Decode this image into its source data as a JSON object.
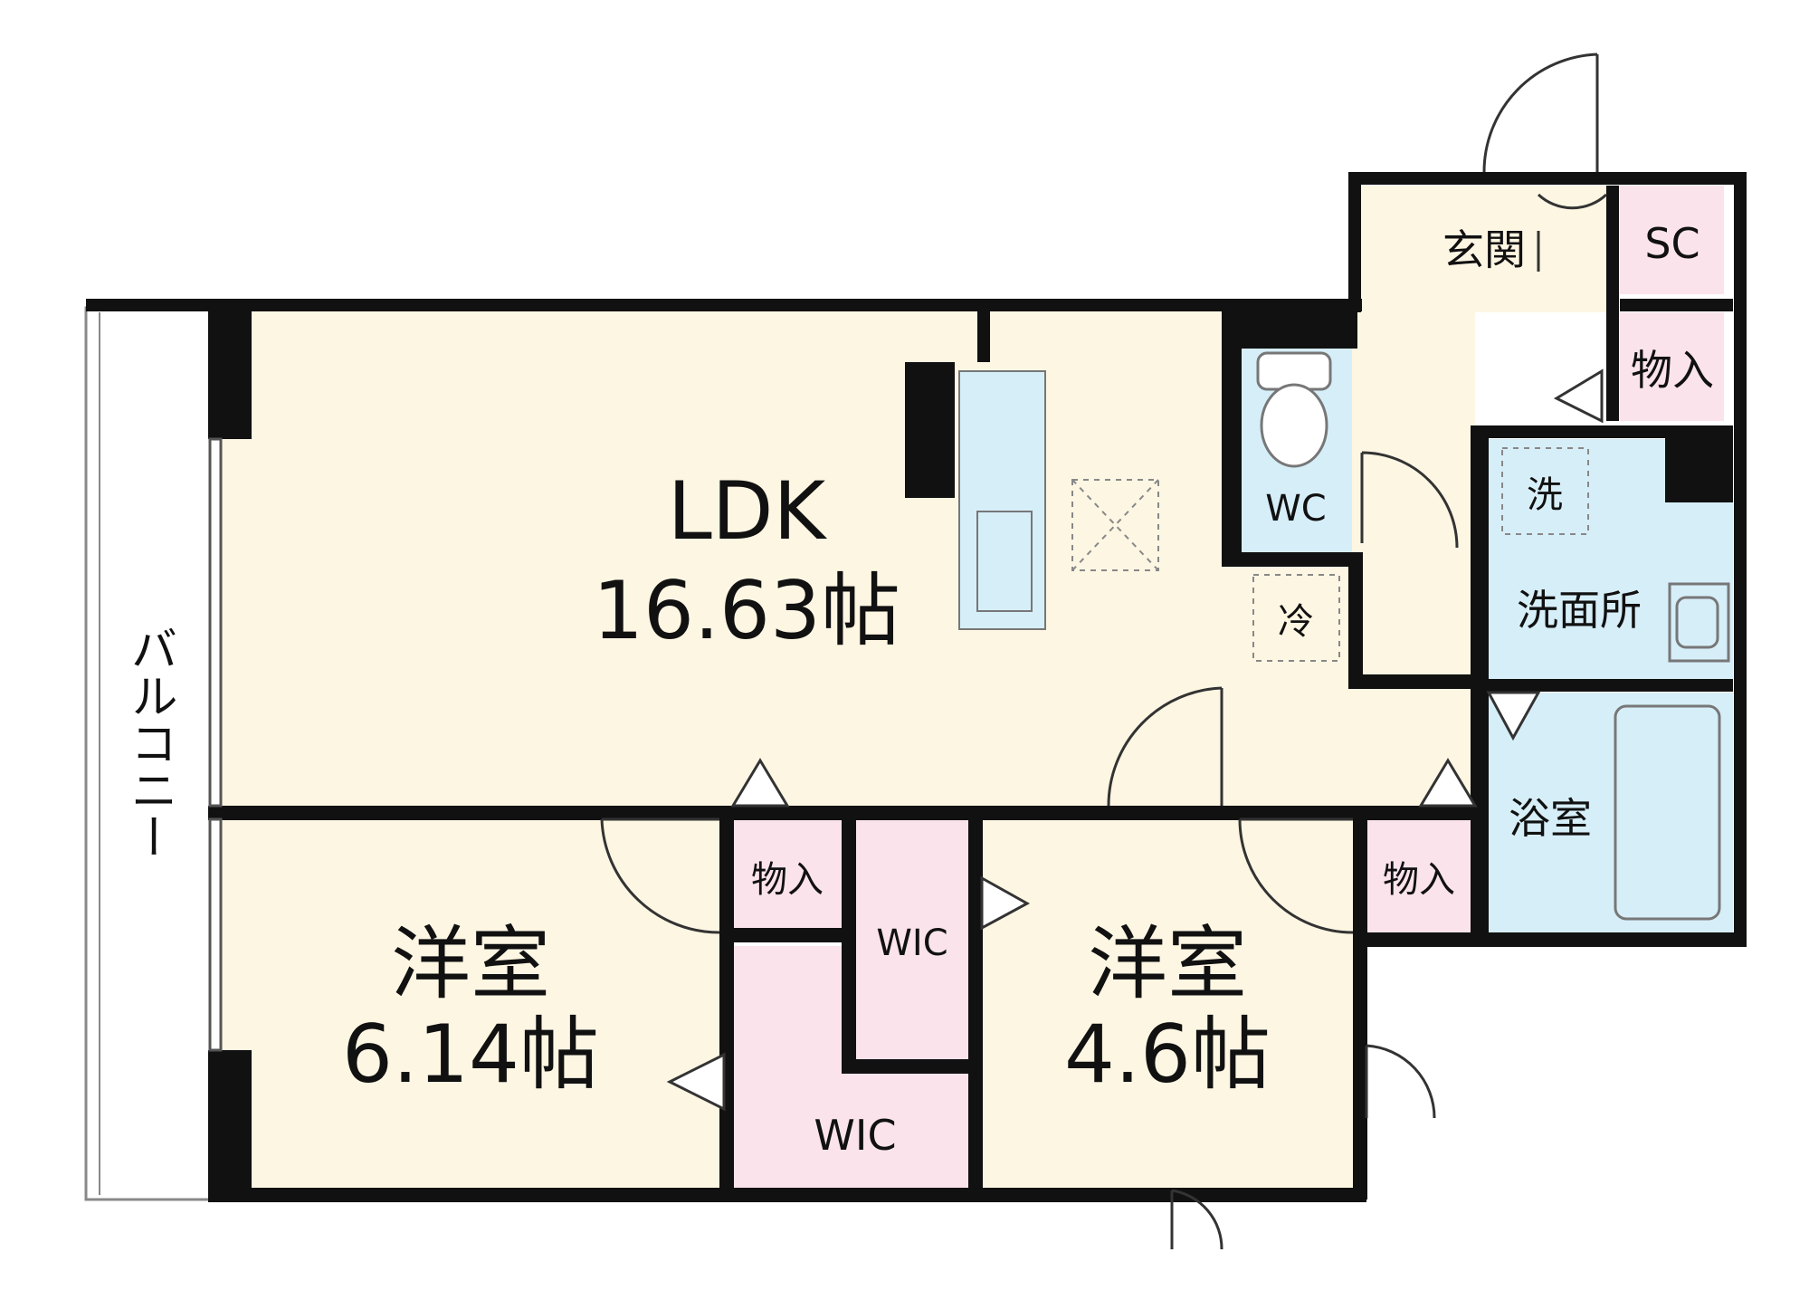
{
  "rooms": {
    "ldk": {
      "name": "LDK",
      "size": "16.63帖"
    },
    "western_a": {
      "name": "洋室",
      "size": "6.14帖"
    },
    "western_b": {
      "name": "洋室",
      "size": "4.6帖"
    },
    "entrance": "玄関",
    "shoe_closet": "SC",
    "storage": "物入",
    "wc": "WC",
    "fridge": "冷",
    "washer": "洗",
    "washroom": "洗面所",
    "bathroom": "浴室",
    "wic": "WIC",
    "balcony": "バルコニー"
  },
  "colors": {
    "floor": "#fdf6e3",
    "wet": "#d6eef8",
    "closet": "#fbe3ec",
    "wall": "#111111"
  }
}
